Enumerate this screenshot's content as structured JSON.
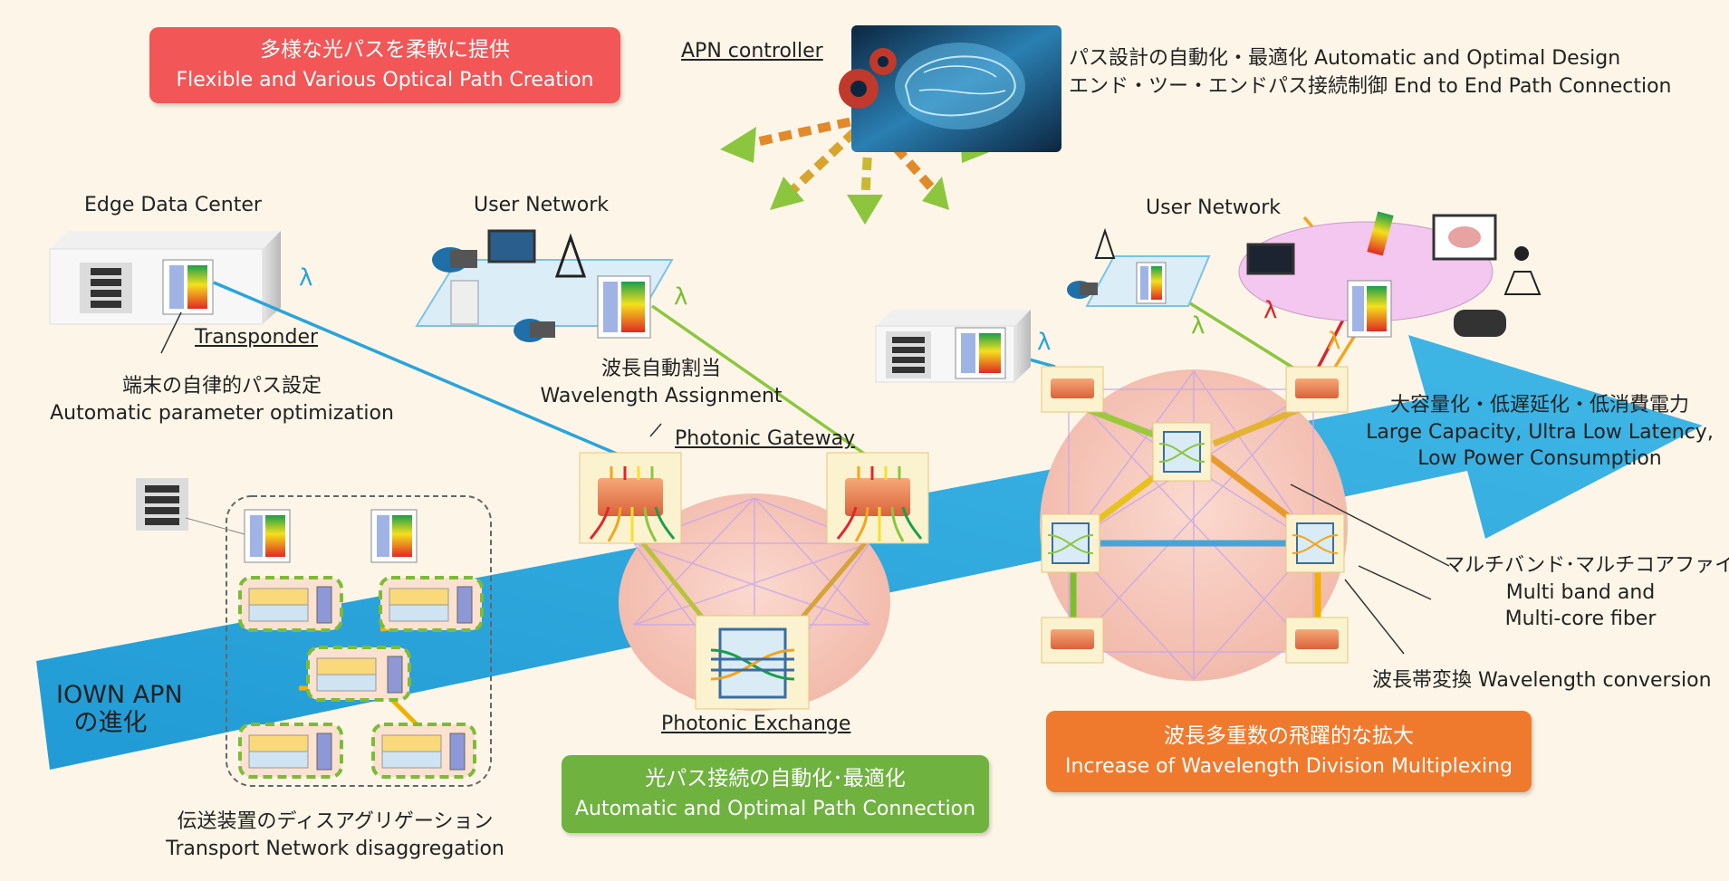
{
  "colors": {
    "background": "#fdf6e8",
    "red_banner": "#f25656",
    "green_banner": "#6fb23f",
    "orange_banner": "#ef7a2e",
    "arrow_blue": "#2ba9dd",
    "lambda_blue": "#29a4dc",
    "lambda_green": "#7cbf2e",
    "lambda_red": "#d8252a",
    "lambda_orange": "#f2a51a"
  },
  "banners": {
    "red_jp": "多様な光パスを柔軟に提供",
    "red_en": "Flexible and Various Optical Path Creation",
    "green_jp": "光パス接続の自動化･最適化",
    "green_en": "Automatic and Optimal Path Connection",
    "orange_jp": "波長多重数の飛躍的な拡大",
    "orange_en": "Increase of Wavelength Division Multiplexing"
  },
  "controller": {
    "label": "APN controller",
    "line1": "パス設計の自動化・最適化  Automatic and Optimal Design",
    "line2": "エンド・ツー・エンドパス接続制御 End to End Path Connection",
    "icon": "ai-brain-gear-icon"
  },
  "labels": {
    "edge_dc": "Edge Data Center",
    "user_network_left": "User Network",
    "user_network_right": "User Network",
    "transponder": "Transponder",
    "auto_param_jp": "端末の自律的パス設定",
    "auto_param_en": "Automatic parameter optimization",
    "wavelength_assign_jp": "波長自動割当",
    "wavelength_assign_en": "Wavelength Assignment",
    "photonic_gateway": "Photonic Gateway",
    "photonic_exchange": "Photonic Exchange",
    "iown_line1": "IOWN APN",
    "iown_line2": "の進化",
    "disagg_jp": "伝送装置のディスアグリゲーション",
    "disagg_en": "Transport Network disaggregation",
    "capacity_jp": "大容量化・低遅延化・低消費電力",
    "capacity_en1": "Large Capacity, Ultra Low Latency,",
    "capacity_en2": "Low Power Consumption",
    "multiband_jp": "マルチバンド･マルチコアファイバ",
    "multiband_en1": "Multi band and",
    "multiband_en2": "Multi-core fiber",
    "wl_conversion": "波長帯変換   Wavelength conversion"
  },
  "lambda": "λ"
}
